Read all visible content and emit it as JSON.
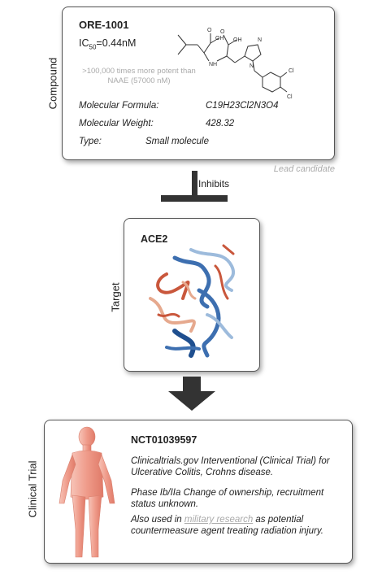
{
  "compound": {
    "side_label": "Compound",
    "name": "ORE-1001",
    "ic50_prefix": "IC",
    "ic50_sub": "50",
    "ic50_value": "=0.44nM",
    "potency_note": ">100,000 times more potent than NAAE (57000 nM)",
    "rows": [
      {
        "label": "Molecular Formula:",
        "value": "C19H23Cl2N3O4"
      },
      {
        "label": "Molecular Weight:",
        "value": "428.32"
      },
      {
        "label": "Type:",
        "value": "Small molecule"
      }
    ],
    "structure_labels": {
      "oh1": "OH",
      "oh2": "OH",
      "o1": "O",
      "o2": "O",
      "nh": "NH",
      "n1": "N",
      "n2": "N",
      "cl1": "Cl",
      "cl2": "Cl"
    },
    "tag": "Lead candidate"
  },
  "relation": {
    "label": "Inhibits"
  },
  "target": {
    "side_label": "Target",
    "name": "ACE2"
  },
  "trial": {
    "side_label": "Clinical Trial",
    "id": "NCT01039597",
    "p1": "Clinicaltrials.gov Interventional  (Clinical Trial) for Ulcerative Colitis, Crohns disease.",
    "p2": "Phase Ib/IIa Change of ownership, recruitment status unknown.",
    "p3_before": "Also used in ",
    "p3_link": "military research",
    "p3_after": " as potential countermeasure agent treating radiation injury."
  },
  "colors": {
    "protein_red": "#c9573c",
    "protein_blue": "#3d6fb0",
    "protein_light": "#9dbbdc",
    "body": "#ef9b8a",
    "arrow": "#333333"
  }
}
